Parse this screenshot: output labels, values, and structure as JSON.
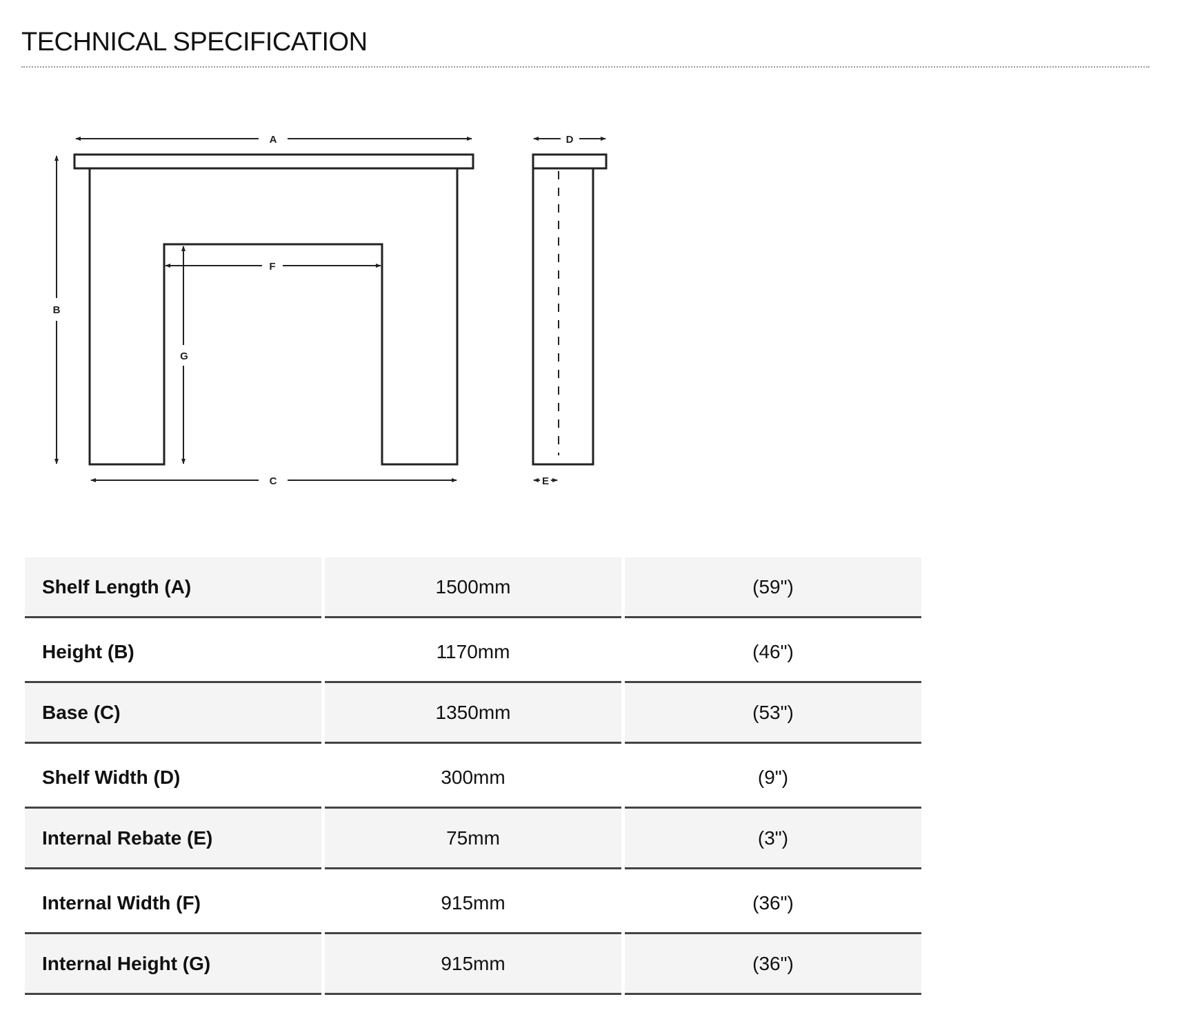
{
  "title": "TECHNICAL SPECIFICATION",
  "diagram": {
    "labels": {
      "A": "A",
      "B": "B",
      "C": "C",
      "D": "D",
      "E": "E",
      "F": "F",
      "G": "G"
    }
  },
  "spec_rows": [
    {
      "label": "Shelf Length (A)",
      "mm": "1500mm",
      "inches": "(59\")"
    },
    {
      "label": "Height (B)",
      "mm": "1170mm",
      "inches": "(46\")"
    },
    {
      "label": "Base (C)",
      "mm": "1350mm",
      "inches": "(53\")"
    },
    {
      "label": "Shelf Width (D)",
      "mm": "300mm",
      "inches": "(9\")"
    },
    {
      "label": "Internal Rebate (E)",
      "mm": "75mm",
      "inches": "(3\")"
    },
    {
      "label": "Internal Width (F)",
      "mm": "915mm",
      "inches": "(36\")"
    },
    {
      "label": "Internal Height (G)",
      "mm": "915mm",
      "inches": "(36\")"
    }
  ]
}
